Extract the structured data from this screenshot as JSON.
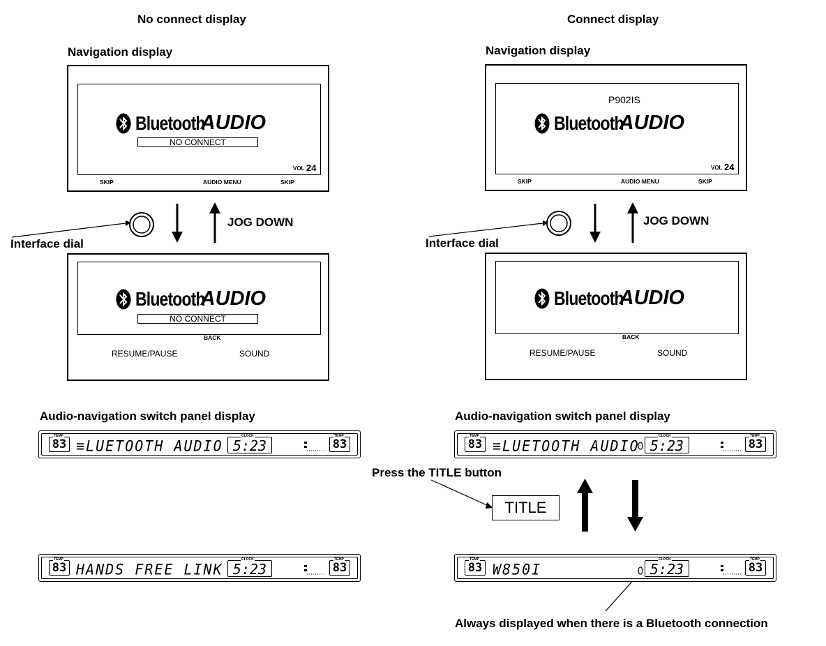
{
  "left": {
    "heading": "No connect display",
    "nav_label": "Navigation display",
    "brand": "Bluetooth",
    "audio": "AUDIO",
    "status": "NO CONNECT",
    "vol_label": "VOL",
    "vol_value": "24",
    "skip_back": "SKIP",
    "audio_menu": "AUDIO MENU",
    "skip_fwd": "SKIP",
    "dial_label": "Interface dial",
    "jog": "JOG DOWN",
    "back": "BACK",
    "resume": "RESUME/PAUSE",
    "sound": "SOUND",
    "panel_label": "Audio-navigation switch panel display",
    "panel1_text": "≡LUETOOTH  AUDIO",
    "panel2_text": "HANDS FREE  LINK",
    "temp_left": "83",
    "temp_right": "83",
    "clock": "5:23",
    "temp_caption": "TEMP",
    "clock_caption": "CLOCK"
  },
  "right": {
    "heading": "Connect display",
    "nav_label": "Navigation display",
    "device": "P902IS",
    "brand": "Bluetooth",
    "audio": "AUDIO",
    "vol_label": "VOL",
    "vol_value": "24",
    "skip_back": "SKIP",
    "audio_menu": "AUDIO MENU",
    "skip_fwd": "SKIP",
    "dial_label": "Interface dial",
    "jog": "JOG DOWN",
    "back": "BACK",
    "resume": "RESUME/PAUSE",
    "sound": "SOUND",
    "panel_label": "Audio-navigation switch panel display",
    "panel1_text": "≡LUETOOTH  AUDIO",
    "panel2_text": "W850I",
    "temp_left": "83",
    "temp_right": "83",
    "clock": "5:23",
    "temp_caption": "TEMP",
    "clock_caption": "CLOCK",
    "press_title": "Press the TITLE button",
    "title_button": "TITLE",
    "always_note": "Always displayed when there is a Bluetooth connection"
  }
}
